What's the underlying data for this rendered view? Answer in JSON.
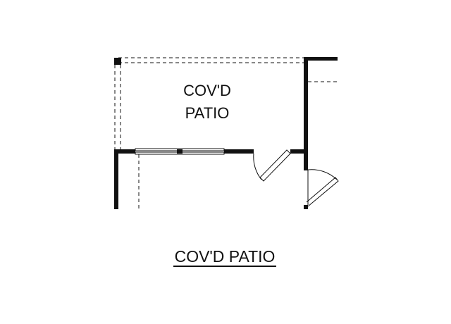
{
  "plan": {
    "room_label_line1": "COV'D",
    "room_label_line2": "PATIO"
  },
  "caption": {
    "title": "COV'D PATIO"
  }
}
